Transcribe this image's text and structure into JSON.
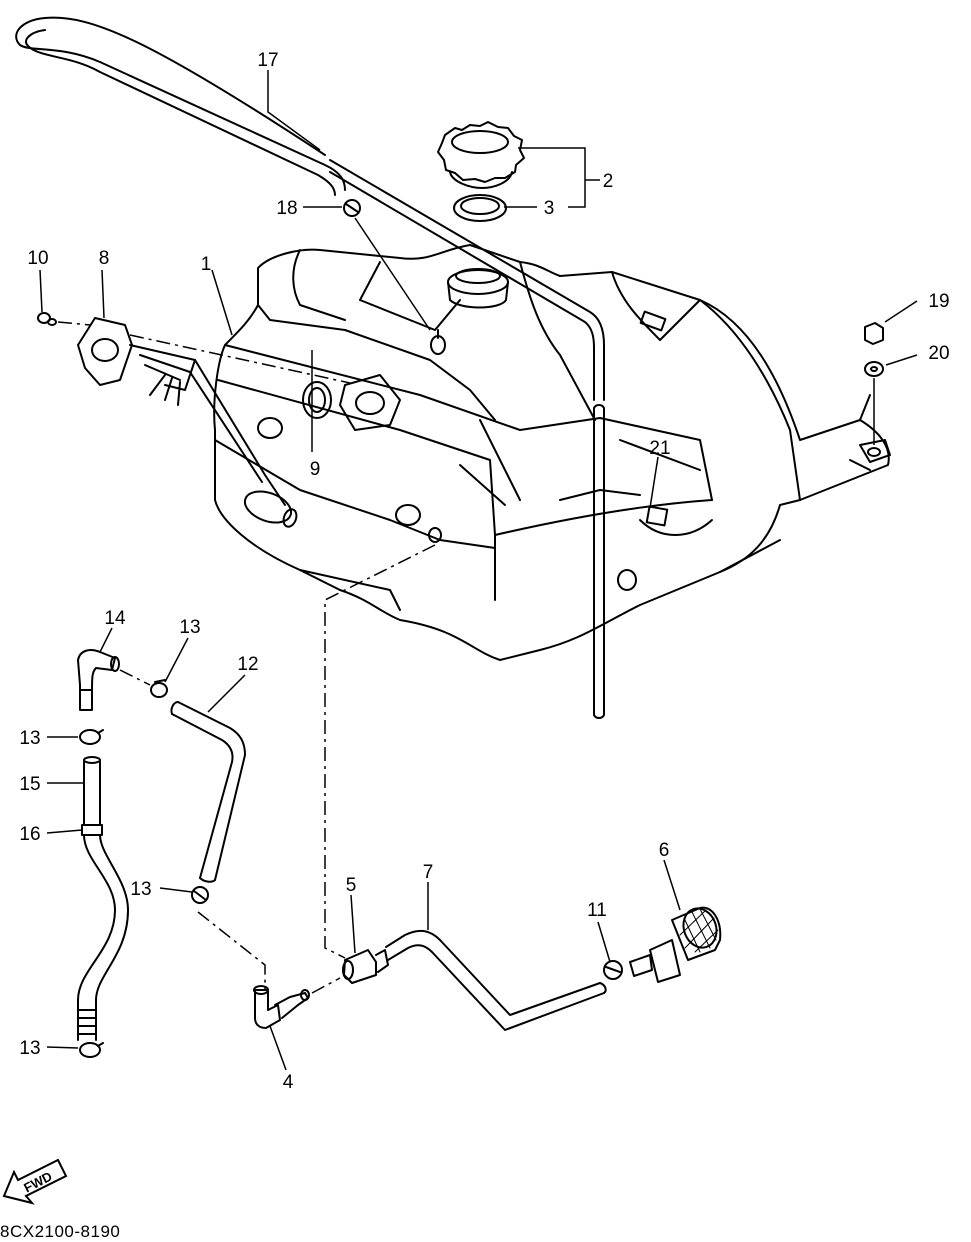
{
  "diagram": {
    "callouts": [
      {
        "id": "c1",
        "text": "1"
      },
      {
        "id": "c2",
        "text": "2"
      },
      {
        "id": "c3",
        "text": "3"
      },
      {
        "id": "c4",
        "text": "4"
      },
      {
        "id": "c5",
        "text": "5"
      },
      {
        "id": "c6",
        "text": "6"
      },
      {
        "id": "c7",
        "text": "7"
      },
      {
        "id": "c8",
        "text": "8"
      },
      {
        "id": "c9",
        "text": "9"
      },
      {
        "id": "c10",
        "text": "10"
      },
      {
        "id": "c11",
        "text": "11"
      },
      {
        "id": "c12",
        "text": "12"
      },
      {
        "id": "c13a",
        "text": "13"
      },
      {
        "id": "c13b",
        "text": "13"
      },
      {
        "id": "c13c",
        "text": "13"
      },
      {
        "id": "c13d",
        "text": "13"
      },
      {
        "id": "c14",
        "text": "14"
      },
      {
        "id": "c15",
        "text": "15"
      },
      {
        "id": "c16",
        "text": "16"
      },
      {
        "id": "c17",
        "text": "17"
      },
      {
        "id": "c18",
        "text": "18"
      },
      {
        "id": "c19",
        "text": "19"
      },
      {
        "id": "c20",
        "text": "20"
      },
      {
        "id": "c21",
        "text": "21"
      }
    ],
    "fwd_label": "FWD",
    "drawing_code": "8CX2100-8190"
  }
}
